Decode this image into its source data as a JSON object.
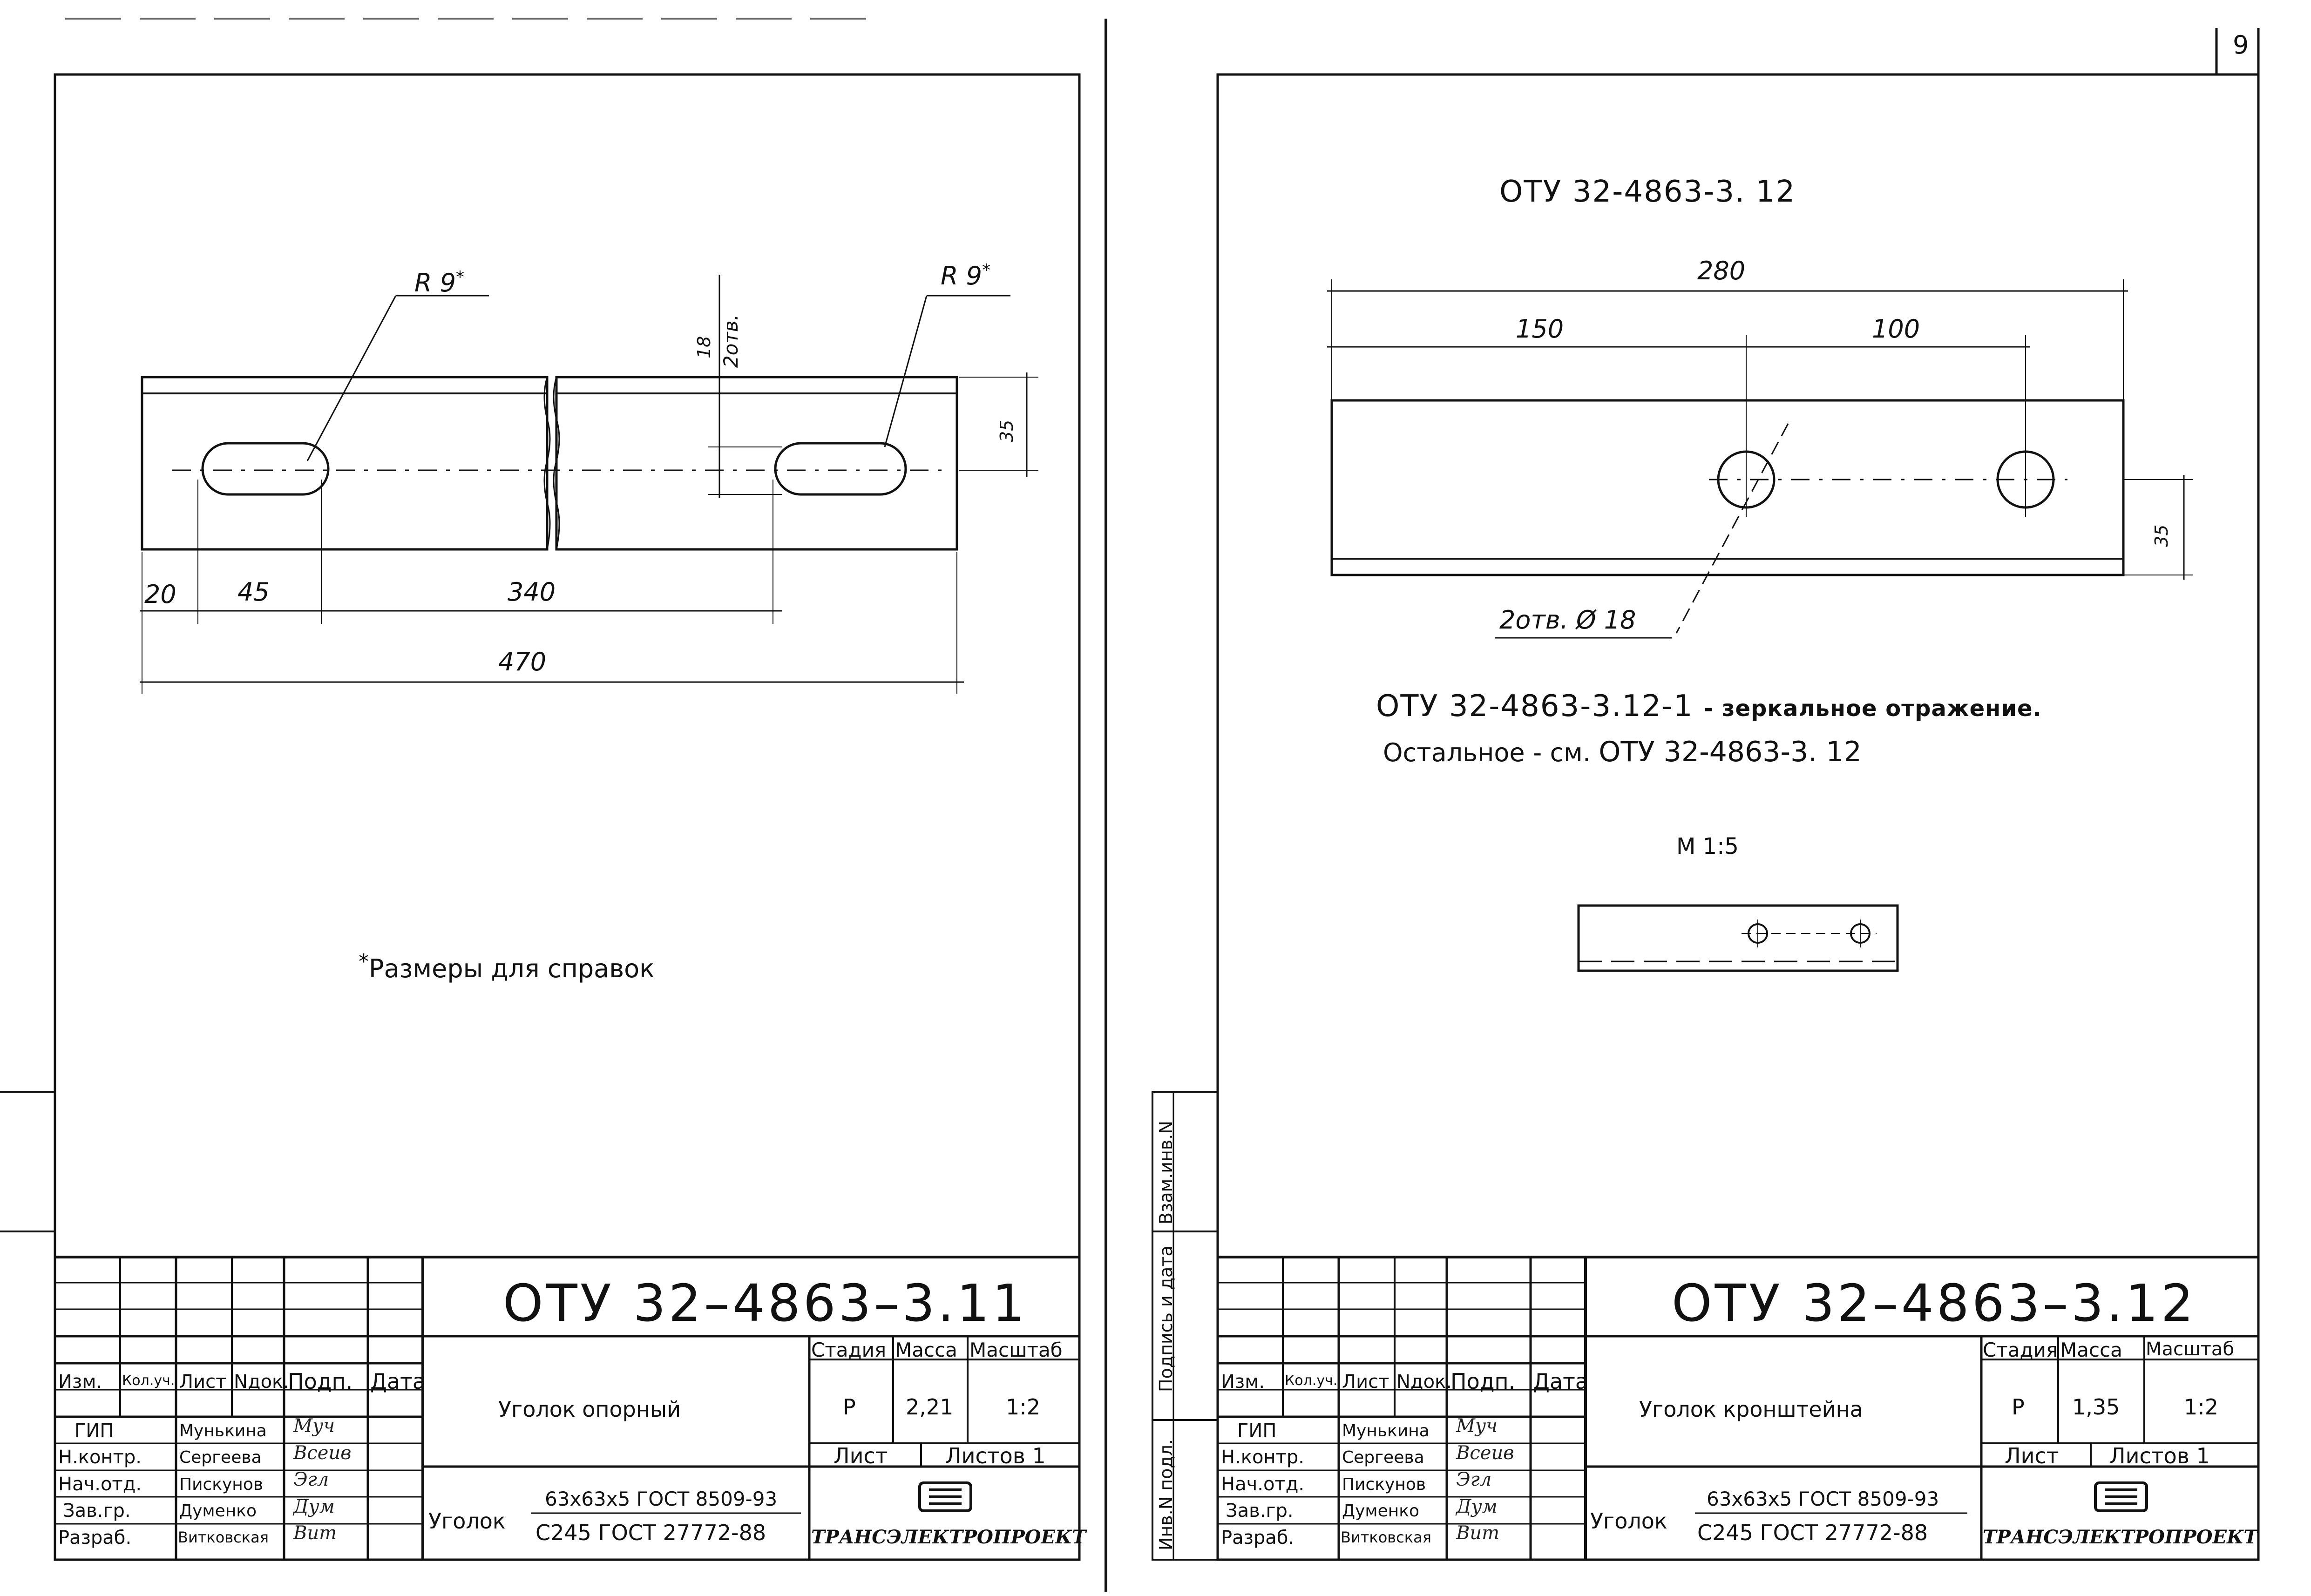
{
  "page_number": "9",
  "left": {
    "drawing": {
      "r_left": "R 9",
      "r_right": "R 9",
      "r_star": "*",
      "holes_a": "18",
      "holes_b": "2отв.",
      "dim_35": "35",
      "dim_20": "20",
      "dim_45": "45",
      "dim_340": "340",
      "dim_470": "470",
      "note_star": "*",
      "note": "Размеры для справок"
    },
    "title_block": {
      "code": "ОТУ 32–4863–3.11",
      "name": "Уголок опорный",
      "stage": "Р",
      "mass": "2,21",
      "scale": "1:2",
      "material_label": "Уголок",
      "material_top": "63х63х5 ГОСТ 8509-93",
      "material_bottom": "С245 ГОСТ 27772-88",
      "company": "ТРАНСЭЛЕКТРОПРОЕКТ"
    }
  },
  "right": {
    "drawing": {
      "code_top": "ОТУ 32-4863-3. 12",
      "dim_280": "280",
      "dim_150": "150",
      "dim_100": "100",
      "dim_35": "35",
      "holes_label": "2отв. Ø 18",
      "mirror_code": "ОТУ 32-4863-3.12-1",
      "mirror_text": "- зеркальное отражение.",
      "rest_label": "Остальное - см.",
      "rest_code": "ОТУ 32-4863-3. 12",
      "scale_note": "М 1:5"
    },
    "title_block": {
      "code": "ОТУ 32–4863–3.12",
      "name": "Уголок кронштейна",
      "stage": "Р",
      "mass": "1,35",
      "scale": "1:2",
      "material_label": "Уголок",
      "material_top": "63х63х5 ГОСТ 8509-93",
      "material_bottom": "С245 ГОСТ 27772-88",
      "company": "ТРАНСЭЛЕКТРОПРОЕКТ"
    },
    "side_stamp": {
      "inv_podl": "Инв.N подл.",
      "podpis": "Подпись и дата",
      "vzam": "Взам.инв.N"
    }
  },
  "common": {
    "headers": {
      "izm": "Изм.",
      "kol": "Кол.уч.",
      "list": "Лист",
      "ndok": "Nдок.",
      "podp": "Подп.",
      "data": "Дата",
      "stage": "Стадия",
      "mass": "Масса",
      "scale": "Масштаб",
      "sheet": "Лист",
      "sheets": "Листов 1"
    },
    "roles": [
      "ГИП",
      "Н.контр.",
      "Нач.отд.",
      "Зав.гр.",
      "Разраб."
    ],
    "names": [
      "Мунькина",
      "Сергеева",
      "Пискунов",
      "Думенко",
      "Витковская"
    ],
    "signatures": [
      "Муч",
      "Всеив",
      "Эгл",
      "Дум",
      "Вит"
    ]
  }
}
